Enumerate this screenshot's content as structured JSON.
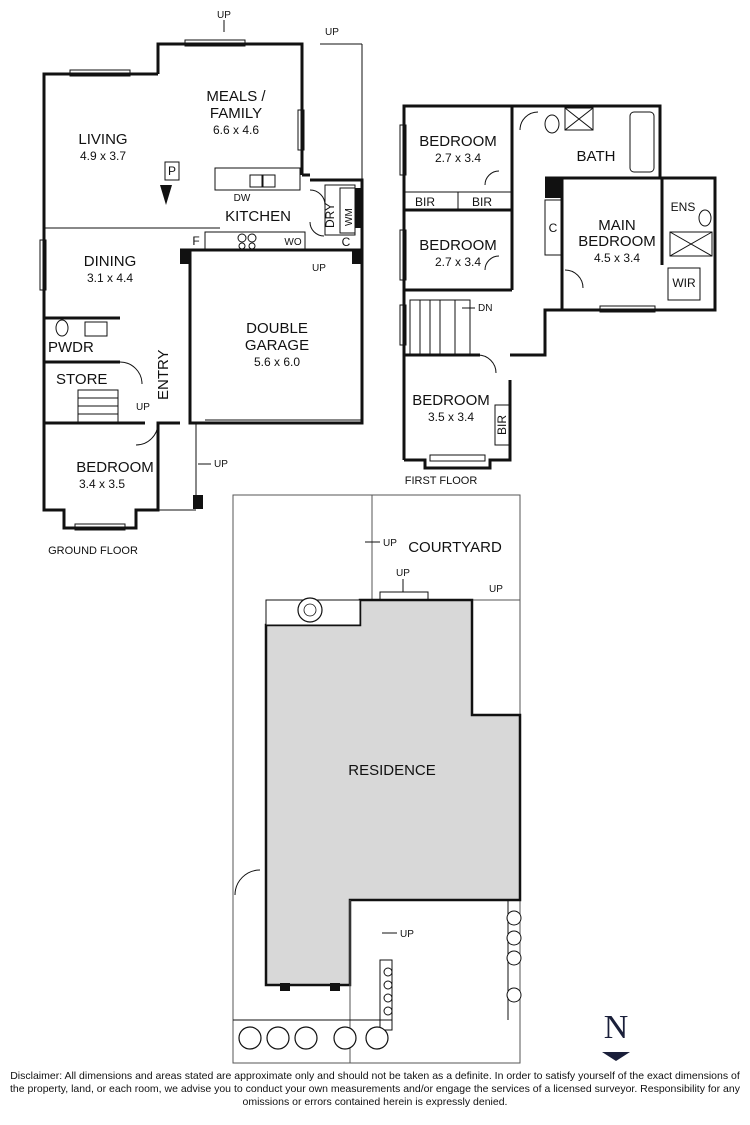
{
  "floors": {
    "ground": {
      "label": "GROUND FLOOR"
    },
    "first": {
      "label": "FIRST FLOOR"
    }
  },
  "rooms": {
    "meals": {
      "name": "MEALS /",
      "name2": "FAMILY",
      "size": "6.6 x 4.6"
    },
    "living": {
      "name": "LIVING",
      "size": "4.9 x 3.7"
    },
    "kitchen": {
      "name": "KITCHEN"
    },
    "dining": {
      "name": "DINING",
      "size": "3.1 x 4.4"
    },
    "garage": {
      "name": "DOUBLE",
      "name2": "GARAGE",
      "size": "5.6 x 6.0"
    },
    "pwdr": {
      "name": "PWDR"
    },
    "store": {
      "name": "STORE"
    },
    "entry": {
      "name": "ENTRY"
    },
    "bedroom_ground": {
      "name": "BEDROOM",
      "size": "3.4 x 3.5"
    },
    "bedroom1": {
      "name": "BEDROOM",
      "size": "2.7 x 3.4"
    },
    "bedroom2": {
      "name": "BEDROOM",
      "size": "2.7 x 3.4"
    },
    "bedroom3": {
      "name": "BEDROOM",
      "size": "3.5 x 3.4"
    },
    "bath": {
      "name": "BATH"
    },
    "main_bedroom": {
      "name": "MAIN",
      "name2": "BEDROOM",
      "size": "4.5 x 3.4"
    },
    "ens": {
      "name": "ENS"
    },
    "wir": {
      "name": "WIR"
    },
    "bir": {
      "name": "BIR"
    },
    "courtyard": {
      "name": "COURTYARD"
    },
    "residence": {
      "name": "RESIDENCE"
    }
  },
  "fixtures": {
    "p": "P",
    "dw": "DW",
    "dry": "DRY",
    "wm": "WM",
    "c": "C",
    "f": "F",
    "wo": "WO"
  },
  "labels": {
    "up": "UP",
    "dn": "DN"
  },
  "compass": {
    "letter": "N"
  },
  "disclaimer": "Disclaimer: All dimensions and areas stated are approximate only and should not be taken as a definite. In order to satisfy yourself of the exact dimensions of the property, land, or each room, we advise you to conduct your own measurements and/or engage the services of a licensed surveyor. Responsibility for any omissions or errors contained herein is expressly denied.",
  "colors": {
    "residence_fill": "#d8d8d8",
    "wall": "#111111"
  }
}
